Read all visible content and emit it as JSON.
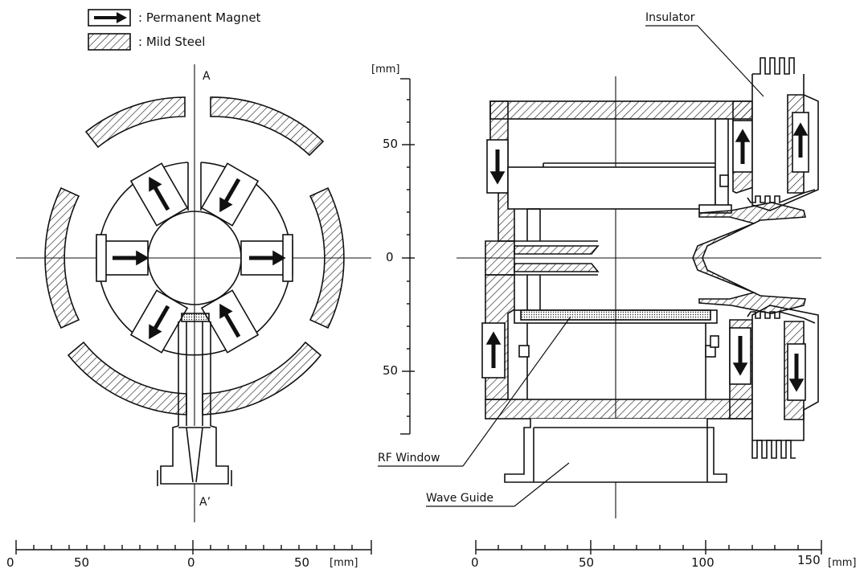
{
  "legend": {
    "magnet_label": ": Permanent Magnet",
    "steel_label": ": Mild Steel"
  },
  "left_view": {
    "section_top": "A",
    "section_bottom": "A’",
    "scale_ticks": [
      "0",
      "50",
      "0",
      "50"
    ],
    "scale_unit": "[mm]"
  },
  "right_view": {
    "vertical_unit": "[mm]",
    "vertical_ticks": [
      "50",
      "0",
      "50"
    ],
    "scale_ticks": [
      "0",
      "50",
      "100",
      "150"
    ],
    "scale_unit": "[mm]",
    "labels": {
      "insulator": "Insulator",
      "rf_window": "RF Window",
      "wave_guide": "Wave Guide"
    }
  }
}
